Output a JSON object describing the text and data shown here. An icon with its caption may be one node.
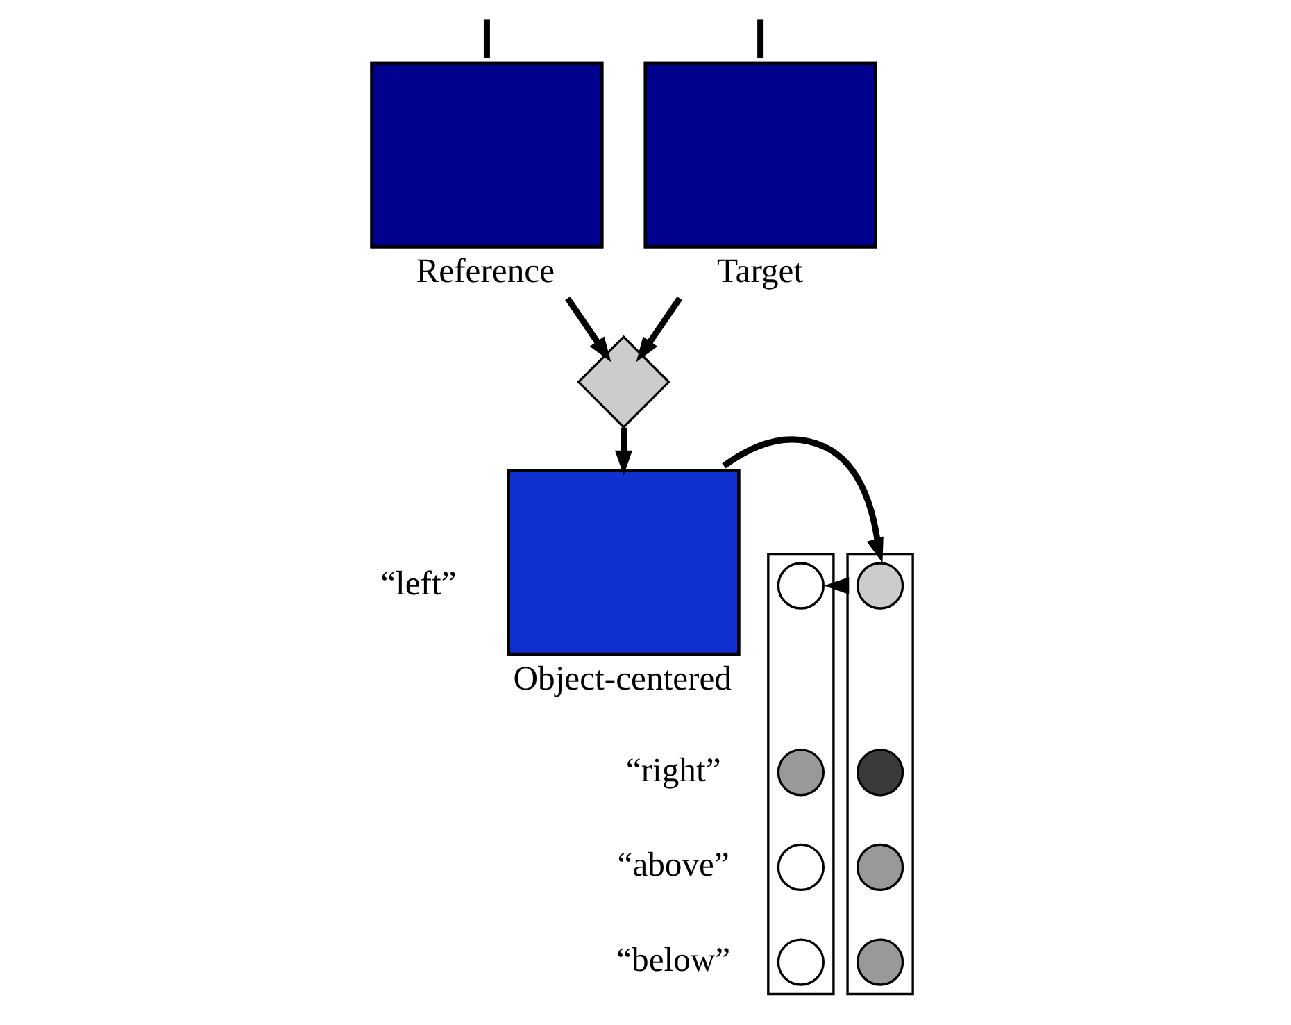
{
  "diagram": {
    "nodes": [
      {
        "text": [
          "Target"
        ]
      },
      {
        "text": [
          "Reference"
        ]
      },
      {
        "text": [],
        "shape": "diamond"
      },
      {
        "text": [
          "Object-centered"
        ]
      },
      {
        "text": [],
        "shape": "box"
      },
      {
        "text": [],
        "shape": "circle",
        "in": 4
      },
      {
        "text": [],
        "shape": "circle",
        "in": 4
      },
      {
        "text": [],
        "shape": "circle",
        "in": 4
      },
      {
        "text": [],
        "shape": "circle",
        "in": 4
      },
      {
        "text": [],
        "shape": "box"
      },
      {
        "text": [],
        "shape": "circle",
        "in": 9
      },
      {
        "text": [],
        "shape": "circle",
        "in": 9
      },
      {
        "text": [],
        "shape": "circle",
        "in": 9
      },
      {
        "text": [],
        "shape": "circle",
        "in": 9
      }
    ],
    "edges": [
      {
        "from": null,
        "to": 0,
        "arrow": "none"
      },
      {
        "from": null,
        "to": 1,
        "arrow": "none"
      },
      {
        "from": 0,
        "to": 2,
        "arrow": "to"
      },
      {
        "from": 1,
        "to": 2,
        "arrow": "to"
      },
      {
        "from": 2,
        "to": 3,
        "arrow": "to"
      },
      {
        "from": 3,
        "to": 4,
        "arrow": "to"
      },
      {
        "from": 4,
        "to": 9,
        "arrow": "to"
      }
    ],
    "labels": [
      "“left”",
      "“right”",
      "“above”",
      "“below”"
    ]
  }
}
